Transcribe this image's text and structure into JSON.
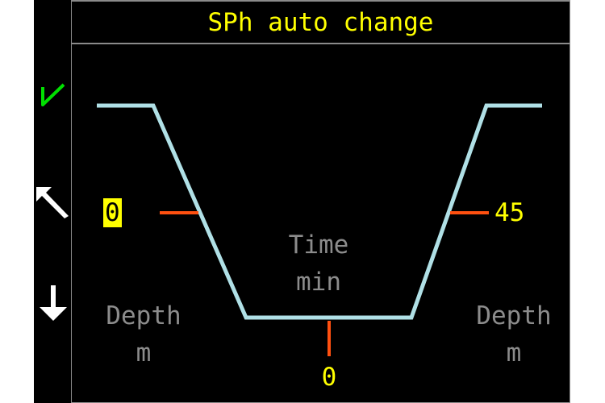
{
  "header": {
    "title": "SPh auto change"
  },
  "side_buttons": [
    {
      "icon": "check-icon",
      "color": "#00e000"
    },
    {
      "icon": "arrow-up-left-icon",
      "color": "#ffffff"
    },
    {
      "icon": "arrow-down-icon",
      "color": "#ffffff"
    }
  ],
  "graph": {
    "left_value": "0",
    "right_value": "45",
    "bottom_value": "0",
    "center_label_1": "Time",
    "center_label_2": "min",
    "left_label_1": "Depth",
    "left_label_2": "m",
    "right_label_1": "Depth",
    "right_label_2": "m",
    "profile_color": "#b0e0e6",
    "marker_color": "#ff5010"
  }
}
